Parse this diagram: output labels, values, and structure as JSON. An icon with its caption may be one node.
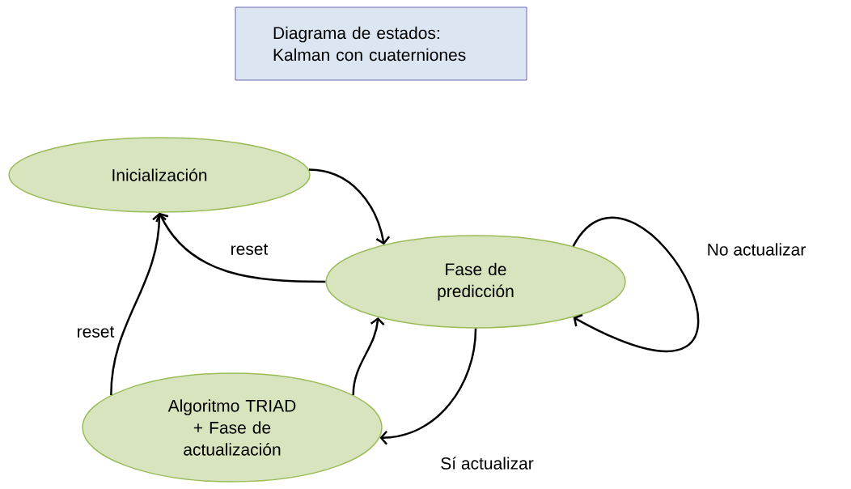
{
  "diagram": {
    "title": "Diagrama de estados: Kalman con cuaterniones",
    "nodes": [
      {
        "text": [
          "Inicialización"
        ]
      },
      {
        "text": [
          "Fase de predicción"
        ]
      },
      {
        "text": [
          "Algoritmo TRIAD + Fase de actualización"
        ]
      }
    ],
    "edges": [
      {
        "from": 0,
        "to": 1,
        "arrow": "to"
      },
      {
        "from": 1,
        "to": 0,
        "arrow": "to",
        "label": "reset"
      },
      {
        "from": 2,
        "to": 0,
        "arrow": "to",
        "label": "reset"
      },
      {
        "from": 2,
        "to": 1,
        "arrow": "to"
      },
      {
        "from": 1,
        "to": 2,
        "arrow": "to",
        "label": "Sí actualizar"
      },
      {
        "from": 1,
        "to": 1,
        "arrow": "to",
        "label": "No actualizar"
      }
    ]
  }
}
